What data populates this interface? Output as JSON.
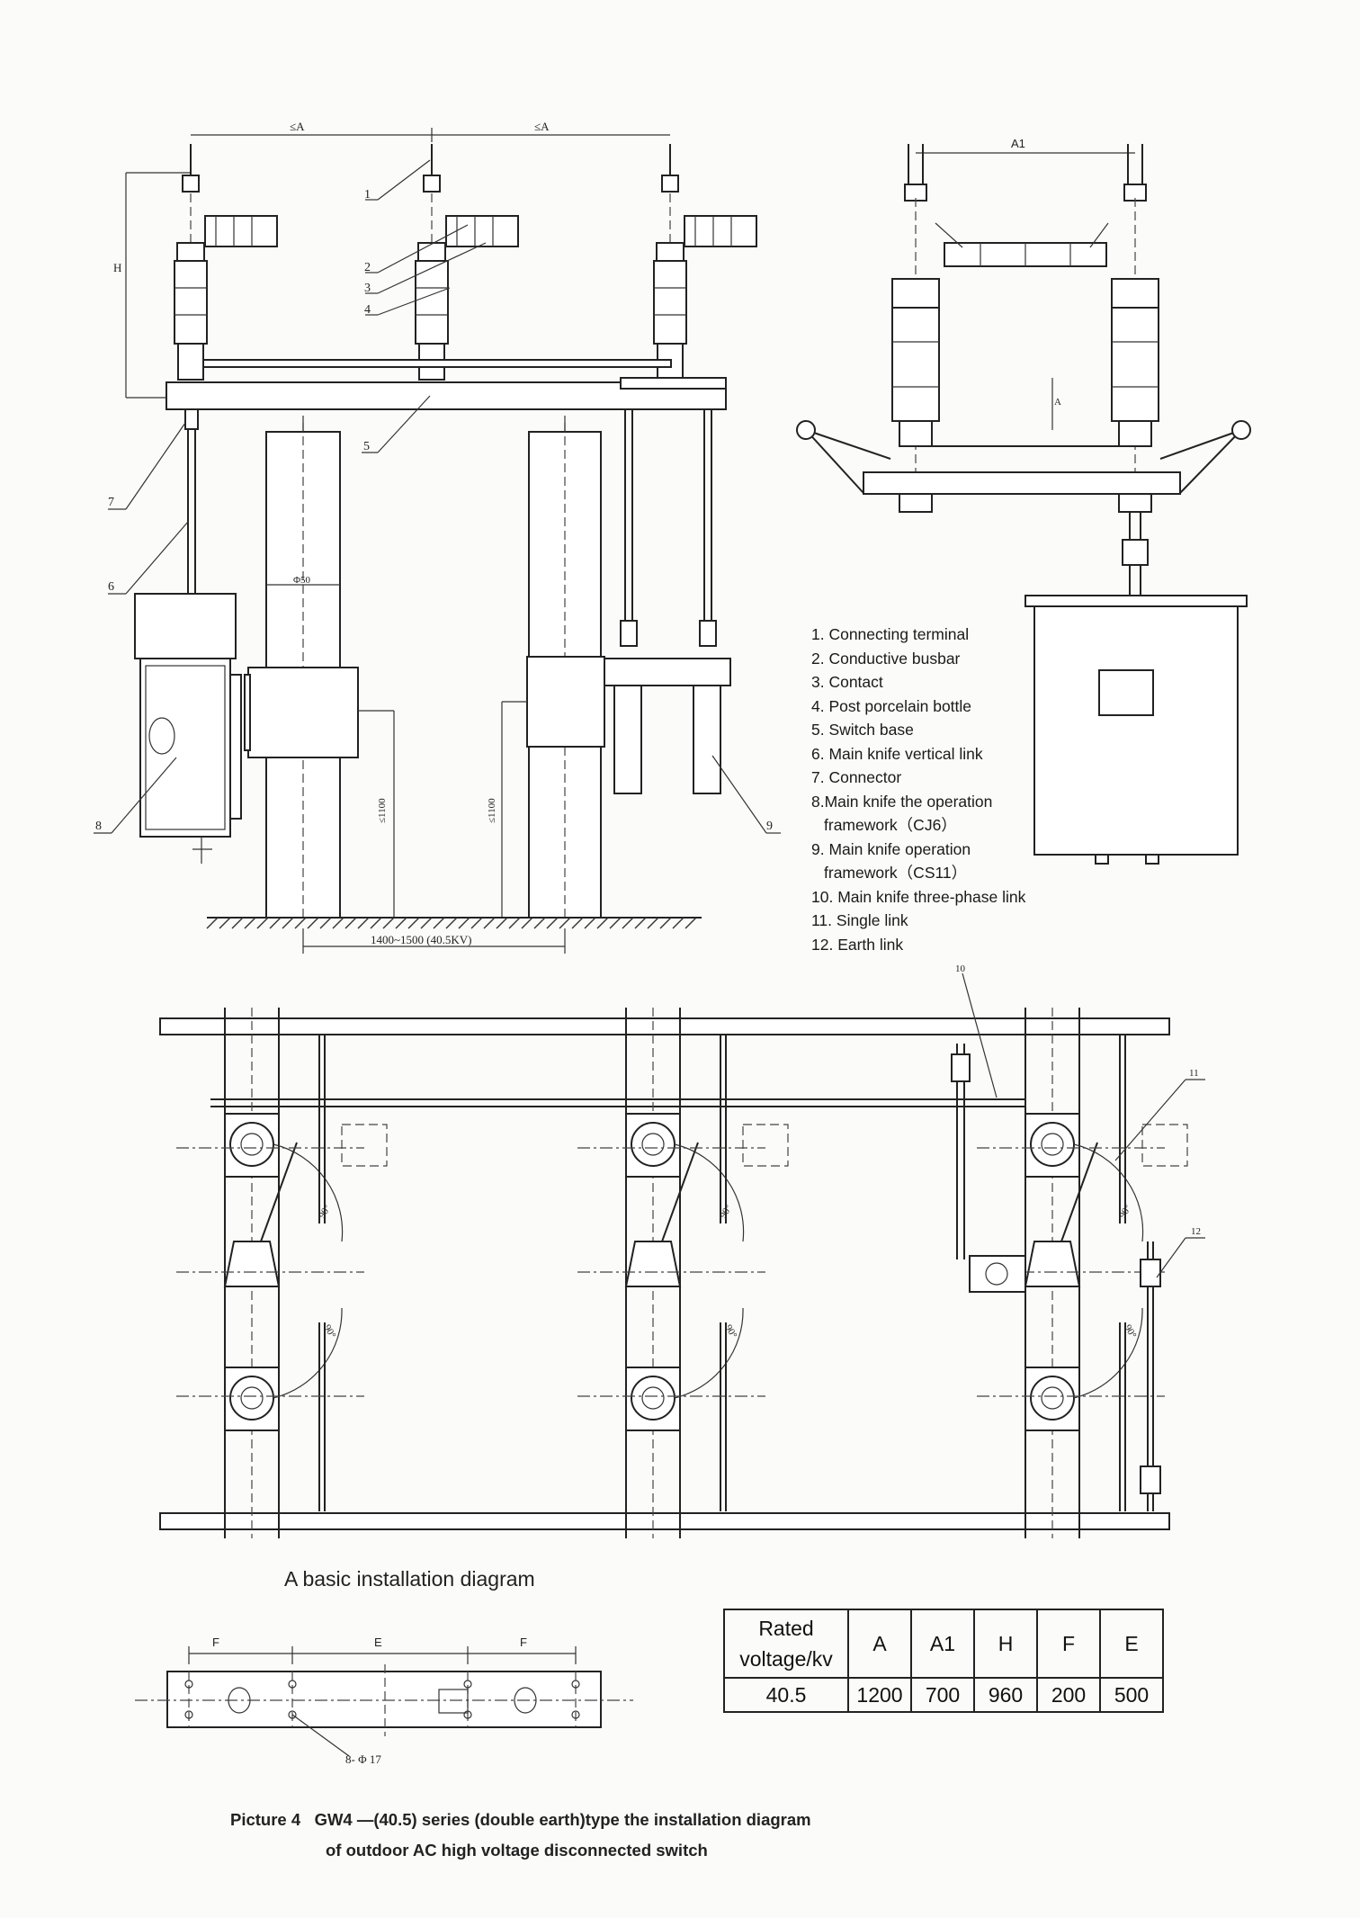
{
  "top_drawing": {
    "dim_A_left": "≤A",
    "dim_A_right": "≤A",
    "dim_H": "H",
    "dim_base": "1400~1500 (40.5KV)",
    "callouts": [
      "1",
      "2",
      "3",
      "4",
      "5",
      "7",
      "6",
      "8",
      "9"
    ],
    "small_dims": [
      "Φ50",
      "≤1100",
      "≤1100"
    ]
  },
  "side_drawing": {
    "dim_A1": "A1",
    "arrow_A": "A"
  },
  "legend": [
    "1. Connecting terminal",
    "2. Conductive busbar",
    "3. Contact",
    "4. Post porcelain bottle",
    "5. Switch base",
    "6. Main knife vertical link",
    "7. Connector",
    "8.Main knife the operation",
    "framework（CJ6）",
    "9. Main knife operation",
    "framework（CS11）",
    "10. Main knife three-phase link",
    "11. Single link",
    "12. Earth link"
  ],
  "plan_drawing": {
    "callouts": [
      "10",
      "11",
      "12"
    ],
    "angles": [
      "90°",
      "90°",
      "90°",
      "90°",
      "90°",
      "90°"
    ]
  },
  "base_plan": {
    "subtitle": "A basic installation diagram",
    "dim_F_left": "F",
    "dim_E": "E",
    "dim_F_right": "F",
    "hole_note": "8- Φ 17"
  },
  "rated_table": {
    "header_voltage": "Rated voltage/kv",
    "headers": [
      "A",
      "A1",
      "H",
      "F",
      "E"
    ],
    "voltage": "40.5",
    "values": [
      "1200",
      "700",
      "960",
      "200",
      "500"
    ]
  },
  "caption": {
    "line1": "Picture 4   GW4 —(40.5) series (double earth)type the installation diagram",
    "line2": "of outdoor AC high voltage disconnected switch"
  }
}
